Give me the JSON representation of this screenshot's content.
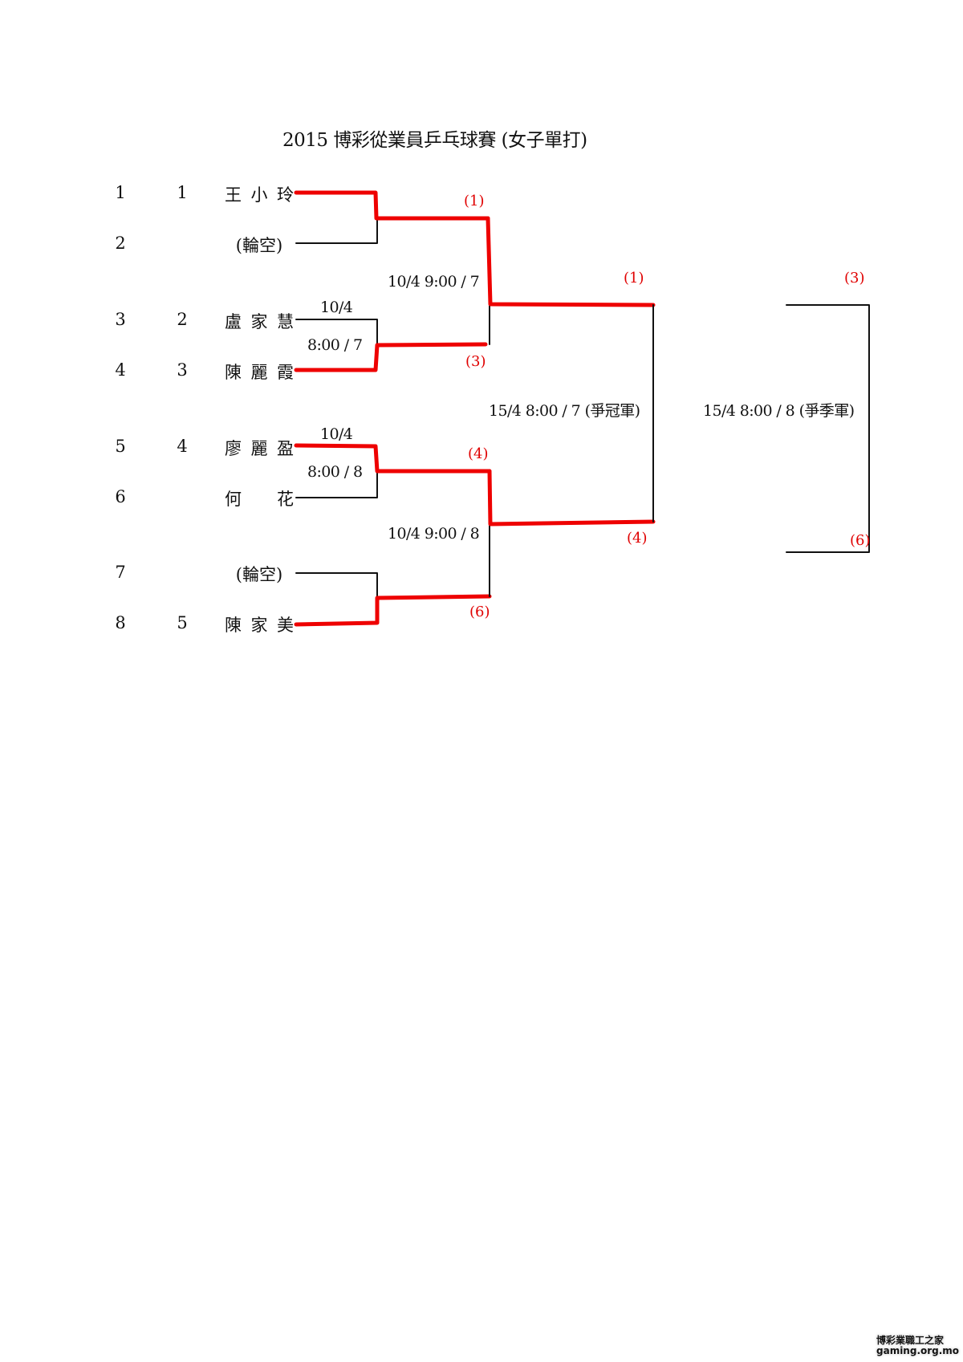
{
  "title": "2015 博彩從業員乒乓球賽 (女子單打)",
  "entries": [
    {
      "slot": "1",
      "seed": "1",
      "name": "王小玲",
      "bye": false,
      "advanced": true
    },
    {
      "slot": "2",
      "seed": "",
      "name": "(輪空)",
      "bye": true,
      "advanced": false
    },
    {
      "slot": "3",
      "seed": "2",
      "name": "盧家慧",
      "bye": false,
      "advanced": false
    },
    {
      "slot": "4",
      "seed": "3",
      "name": "陳麗霞",
      "bye": false,
      "advanced": true
    },
    {
      "slot": "5",
      "seed": "4",
      "name": "廖麗盈",
      "bye": false,
      "advanced": true
    },
    {
      "slot": "6",
      "seed": "",
      "name": "何　花",
      "bye": false,
      "advanced": false
    },
    {
      "slot": "7",
      "seed": "",
      "name": "(輪空)",
      "bye": true,
      "advanced": false
    },
    {
      "slot": "8",
      "seed": "5",
      "name": "陳家美",
      "bye": false,
      "advanced": true
    }
  ],
  "round1": {
    "match_b": {
      "date": "10/4",
      "time_table": "8:00 / 7"
    },
    "match_c": {
      "date": "10/4",
      "time_table": "8:00 / 8"
    }
  },
  "round2": {
    "upper": {
      "schedule": "10/4 9:00 / 7",
      "winner_label": "(1)",
      "loser_label": "(3)"
    },
    "lower": {
      "schedule": "10/4 9:00 / 8",
      "winner_label": "(4)",
      "loser_label": "(6)"
    }
  },
  "final": {
    "schedule": "15/4 8:00 / 7 (爭冠軍)",
    "top_label": "(1)",
    "bottom_label": "(4)"
  },
  "third_place": {
    "schedule": "15/4 8:00 / 8 (爭季軍)",
    "top_label": "(3)",
    "bottom_label": "(6)"
  },
  "watermark": {
    "line1": "博彩業職工之家",
    "line2": "gaming.org.mo"
  },
  "colors": {
    "winner_path": "#ee0000",
    "bracket_line": "#111111",
    "result_label": "#e00000"
  }
}
